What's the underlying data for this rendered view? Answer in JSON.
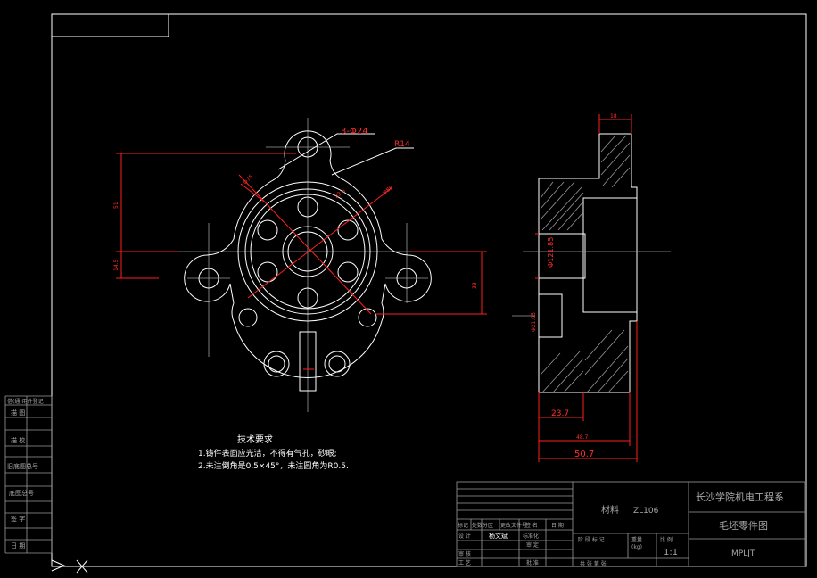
{
  "tech": {
    "title": "技术要求",
    "line1": "1.铸件表面应光洁，不得有气孔，砂眼;",
    "line2": "2.未注倒角是0.5×45°，未注圆角为R0.5."
  },
  "dims": {
    "holes": "3-Φ24",
    "radius": "R14",
    "d121": "Φ121.85",
    "d21": "Φ21.05",
    "w237": "23.7",
    "w487": "48.7",
    "w507": "50.7",
    "top18": "18",
    "v51": "51",
    "v145": "14.5",
    "v33": "33",
    "d75": "Φ75",
    "d88": "Φ88",
    "d336": "33.6"
  },
  "titleblock": {
    "material_label": "材料",
    "material": "ZL106",
    "school": "长沙学院机电工程系",
    "drawing_name": "毛坯零件图",
    "code": "MPLJT",
    "scale": "1:1",
    "designer": "杨文斌",
    "row_design": "设 计",
    "row_std": "标准化",
    "row_check": "审 核",
    "row_process": "工 艺",
    "row_approve": "批 准",
    "row_review": "审 定",
    "hdr_mark": "标记",
    "hdr_qty": "处数",
    "hdr_zone": "分区",
    "hdr_doc": "更改文件号",
    "hdr_sign": "签 名",
    "hdr_date": "日 期",
    "stage": "阶 段 标 记",
    "weight": "重量",
    "weight_unit": "(kg)",
    "ratio": "比 例",
    "sheets": "共   张    第   张"
  },
  "sidebar": [
    "借(通)用件登记",
    "描 图",
    "描 校",
    "旧底图总号",
    "底图总号",
    "签 字",
    "日 期"
  ]
}
